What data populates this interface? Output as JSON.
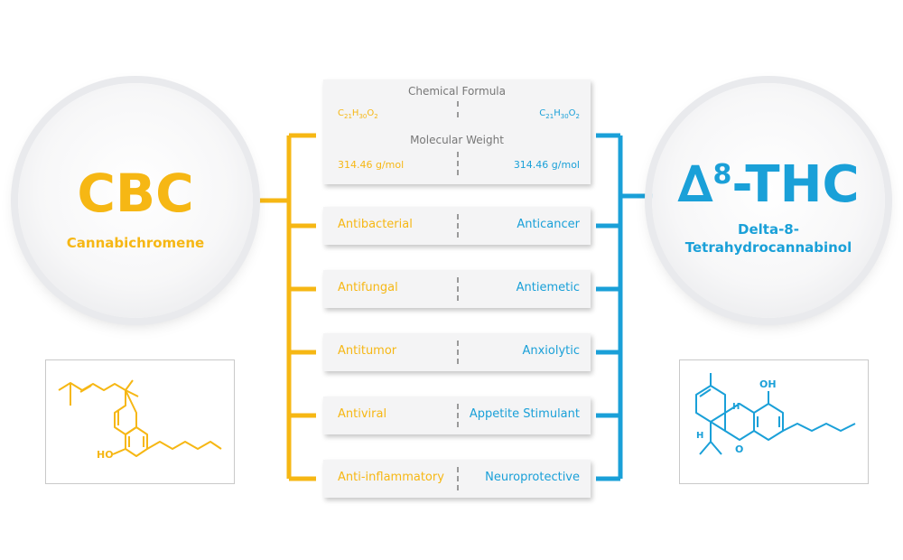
{
  "left": {
    "title": "CBC",
    "subtitle": "Cannabichromene",
    "color": "#f6b714"
  },
  "right": {
    "title_prefix": "∆",
    "title_sup": "8",
    "title_suffix": "-THC",
    "subtitle_line1": "Delta-8-",
    "subtitle_line2": "Tetrahydrocannabinol",
    "color": "#1aa0d8"
  },
  "info": {
    "formula_label": "Chemical Formula",
    "formula_left": {
      "c": "C",
      "c_n": "21",
      "h": "H",
      "h_n": "30",
      "o": "O",
      "o_n": "2"
    },
    "formula_right": {
      "c": "C",
      "c_n": "21",
      "h": "H",
      "h_n": "30",
      "o": "O",
      "o_n": "2"
    },
    "weight_label": "Molecular Weight",
    "weight_left": "314.46 g/mol",
    "weight_right": "314.46 g/mol"
  },
  "rows": [
    {
      "left": "Antibacterial",
      "right": "Anticancer"
    },
    {
      "left": "Antifungal",
      "right": "Antiemetic"
    },
    {
      "left": "Antitumor",
      "right": "Anxiolytic"
    },
    {
      "left": "Antiviral",
      "right": "Appetite Stimulant"
    },
    {
      "left": "Anti-inflammatory",
      "right": "Neuroprotective"
    }
  ],
  "structure_labels": {
    "cbc_ho": "HO",
    "thc_oh": "OH",
    "thc_h1": "H",
    "thc_h2": "H",
    "thc_o": "O"
  }
}
